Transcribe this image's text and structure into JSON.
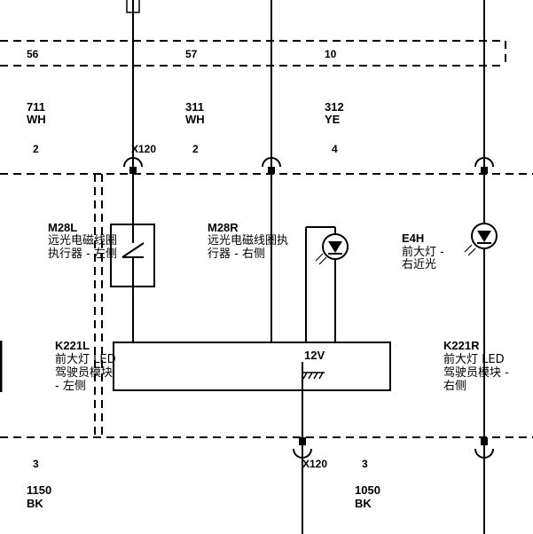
{
  "top_pins": [
    "56",
    "57",
    "10"
  ],
  "upper_wires": [
    {
      "circuit": "711",
      "color": "WH",
      "pin": "2"
    },
    {
      "circuit": "311",
      "color": "WH",
      "pin": "2"
    },
    {
      "circuit": "312",
      "color": "YE",
      "pin": "4"
    }
  ],
  "top_connector": "X120",
  "bottom_connector": "X120",
  "bottom_pins": [
    "3",
    "3"
  ],
  "lower_wires": [
    {
      "circuit": "1150",
      "color": "BK"
    },
    {
      "circuit": "1050",
      "color": "BK"
    }
  ],
  "components": {
    "m28l": {
      "code": "M28L",
      "line1": "远光电磁线圈",
      "line2": "执行器 - 左侧"
    },
    "m28r": {
      "code": "M28R",
      "line1": "远光电磁线圈执",
      "line2": "行器 - 右侧"
    },
    "e4h": {
      "code": "E4H",
      "line1": "前大灯 -",
      "line2": "右近光"
    },
    "k221l": {
      "code": "K221L",
      "line1": "前大灯 LED",
      "line2": "驾驶员模块",
      "line3": "- 左侧"
    },
    "k221r": {
      "code": "K221R",
      "line1": "前大灯 LED",
      "line2": "驾驶员模块 -",
      "line3": "右侧"
    }
  },
  "module_voltage": "12V"
}
